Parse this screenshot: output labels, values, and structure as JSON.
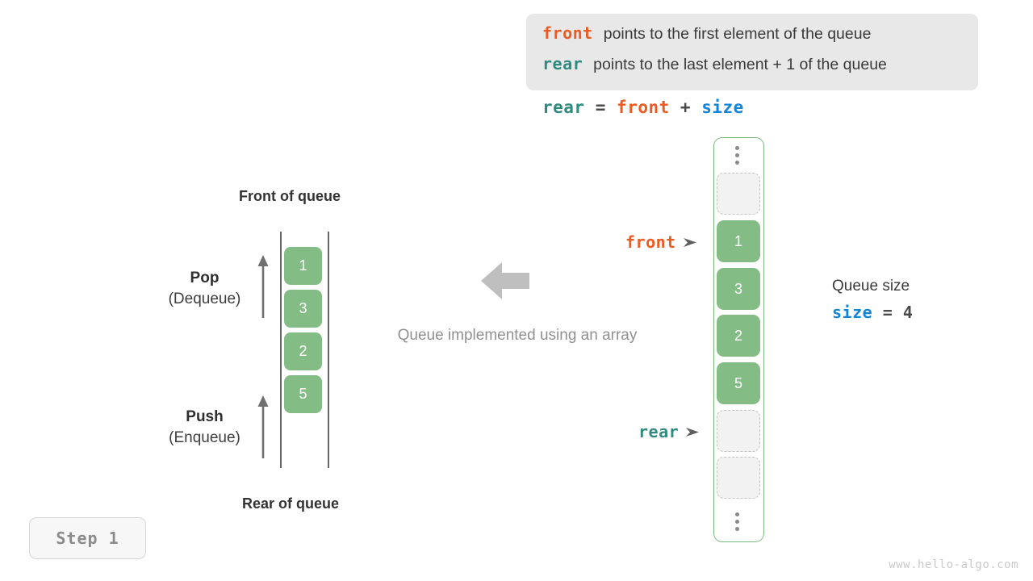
{
  "legend": {
    "lines": [
      {
        "key": "front",
        "key_color": "#ec5b21",
        "text": "points to the first element of the queue"
      },
      {
        "key": "rear",
        "key_color": "#2f8a80",
        "text": "points to the last element + 1 of the queue"
      }
    ]
  },
  "equation": {
    "lhs": "rear",
    "eq": "=",
    "rhs1": "front",
    "plus": "+",
    "rhs2": "size"
  },
  "left_queue": {
    "front_label": "Front of queue",
    "rear_label": "Rear of queue",
    "pop": {
      "title": "Pop",
      "sub": "(Dequeue)"
    },
    "push": {
      "title": "Push",
      "sub": "(Enqueue)"
    },
    "cells": [
      "1",
      "3",
      "2",
      "5"
    ]
  },
  "center": {
    "caption": "Queue implemented using an array",
    "arrow_icon": "arrow-left",
    "arrow_color": "#bfbfbf"
  },
  "array": {
    "top_ellipsis": "vertical-ellipsis",
    "bottom_ellipsis": "vertical-ellipsis",
    "slots": [
      {
        "type": "empty",
        "value": ""
      },
      {
        "type": "filled",
        "value": "1"
      },
      {
        "type": "filled",
        "value": "3"
      },
      {
        "type": "filled",
        "value": "2"
      },
      {
        "type": "filled",
        "value": "5"
      },
      {
        "type": "empty",
        "value": ""
      },
      {
        "type": "empty",
        "value": ""
      }
    ],
    "pointers": {
      "front": {
        "label": "front",
        "color": "#ec5b21"
      },
      "rear": {
        "label": "rear",
        "color": "#2f8a80"
      }
    },
    "frame_color": "#7cb97f",
    "filled_color": "#83bc85"
  },
  "size_annotation": {
    "title": "Queue size",
    "var": "size",
    "eq": "=",
    "value": "4"
  },
  "step_badge": {
    "label": "Step 1"
  },
  "watermark": {
    "text": "www.hello-algo.com"
  }
}
